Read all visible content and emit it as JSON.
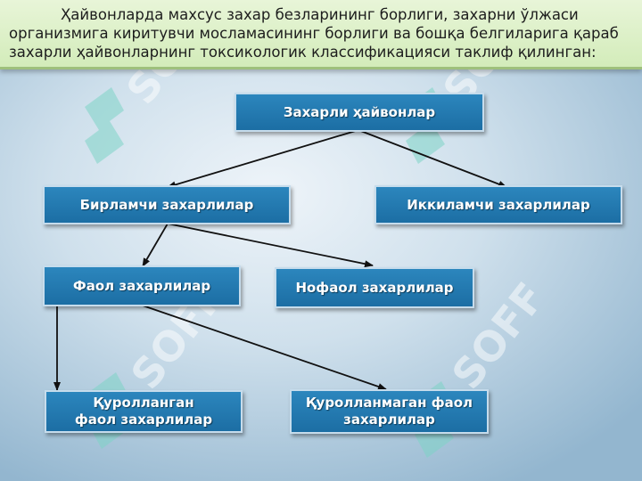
{
  "header": {
    "text": "Ҳайвонларда махсус захар безларининг борлиги, захарни ўлжаси организмига киритувчи мосламасининг борлиги ва бошқа белгиларига қараб захарли ҳайвонларнинг токсикологик классификацияси таклиф қилинган:"
  },
  "diagram": {
    "root": "Захарли ҳайвонлар",
    "primary": "Бирламчи захарлилар",
    "secondary": "Иккиламчи захарлилар",
    "active": "Фаол захарлилар",
    "passive": "Нофаол захарлилар",
    "armed_line1": "Қуролланган",
    "armed_line2": "фаол захарлилар",
    "unarmed_line1": "Қуролланмаган фаол",
    "unarmed_line2": "захарлилар"
  },
  "watermark": {
    "text": "SOFF"
  },
  "colors": {
    "node_fill": "#1f74aa",
    "header_bg": "#dff0cc",
    "arrow": "#111111"
  }
}
